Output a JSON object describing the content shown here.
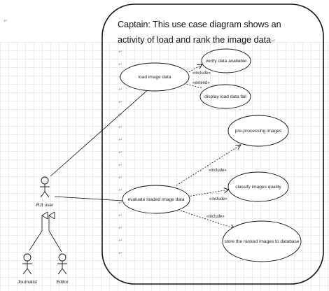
{
  "caption": {
    "text": "Captain: This use case diagram shows an activity of load and rank the image data"
  },
  "actors": {
    "main": "RJI user",
    "sub1": "Journalist",
    "sub2": "Editor"
  },
  "use_cases": {
    "load": "load image data",
    "verify": "verify data available",
    "display_fail": "display load data fail",
    "evaluate": "evaluate loaded image data",
    "preprocess": "pre-processing images",
    "classify": "classify images quality",
    "store": "store the ranked images to database"
  },
  "relations": {
    "include_verify": "«include»",
    "extend_fail": "«extend»",
    "include_pre": "«include»",
    "include_classify": "«include»",
    "include_store": "«include»"
  },
  "colors": {
    "line": "#111111",
    "grid": "#ececec",
    "return_mark": "#9a9a9a"
  }
}
